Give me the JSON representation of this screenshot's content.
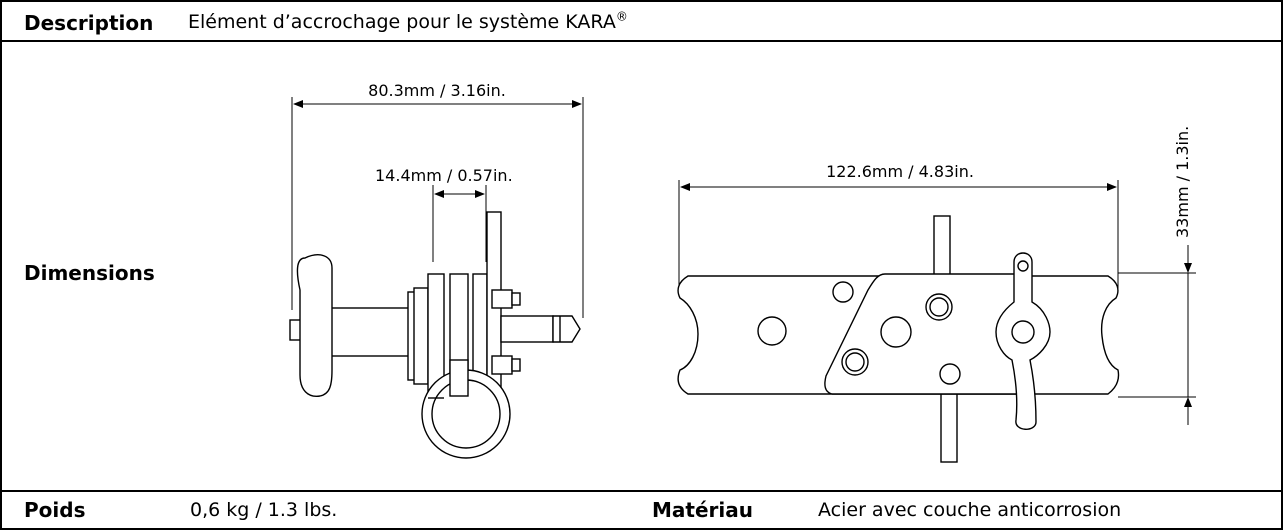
{
  "description": {
    "label": "Description",
    "value": "Elément d’accrochage pour le système KARA",
    "reg_mark": "®"
  },
  "dimensions": {
    "label": "Dimensions",
    "side_overall": "80.3mm / 3.16in.",
    "side_inner": "14.4mm / 0.57in.",
    "top_length": "122.6mm / 4.83in.",
    "top_height": "33mm / 1.3in."
  },
  "weight": {
    "label": "Poids",
    "value": "0,6 kg / 1.3 lbs."
  },
  "material": {
    "label": "Matériau",
    "value": "Acier avec couche anticorrosion"
  }
}
